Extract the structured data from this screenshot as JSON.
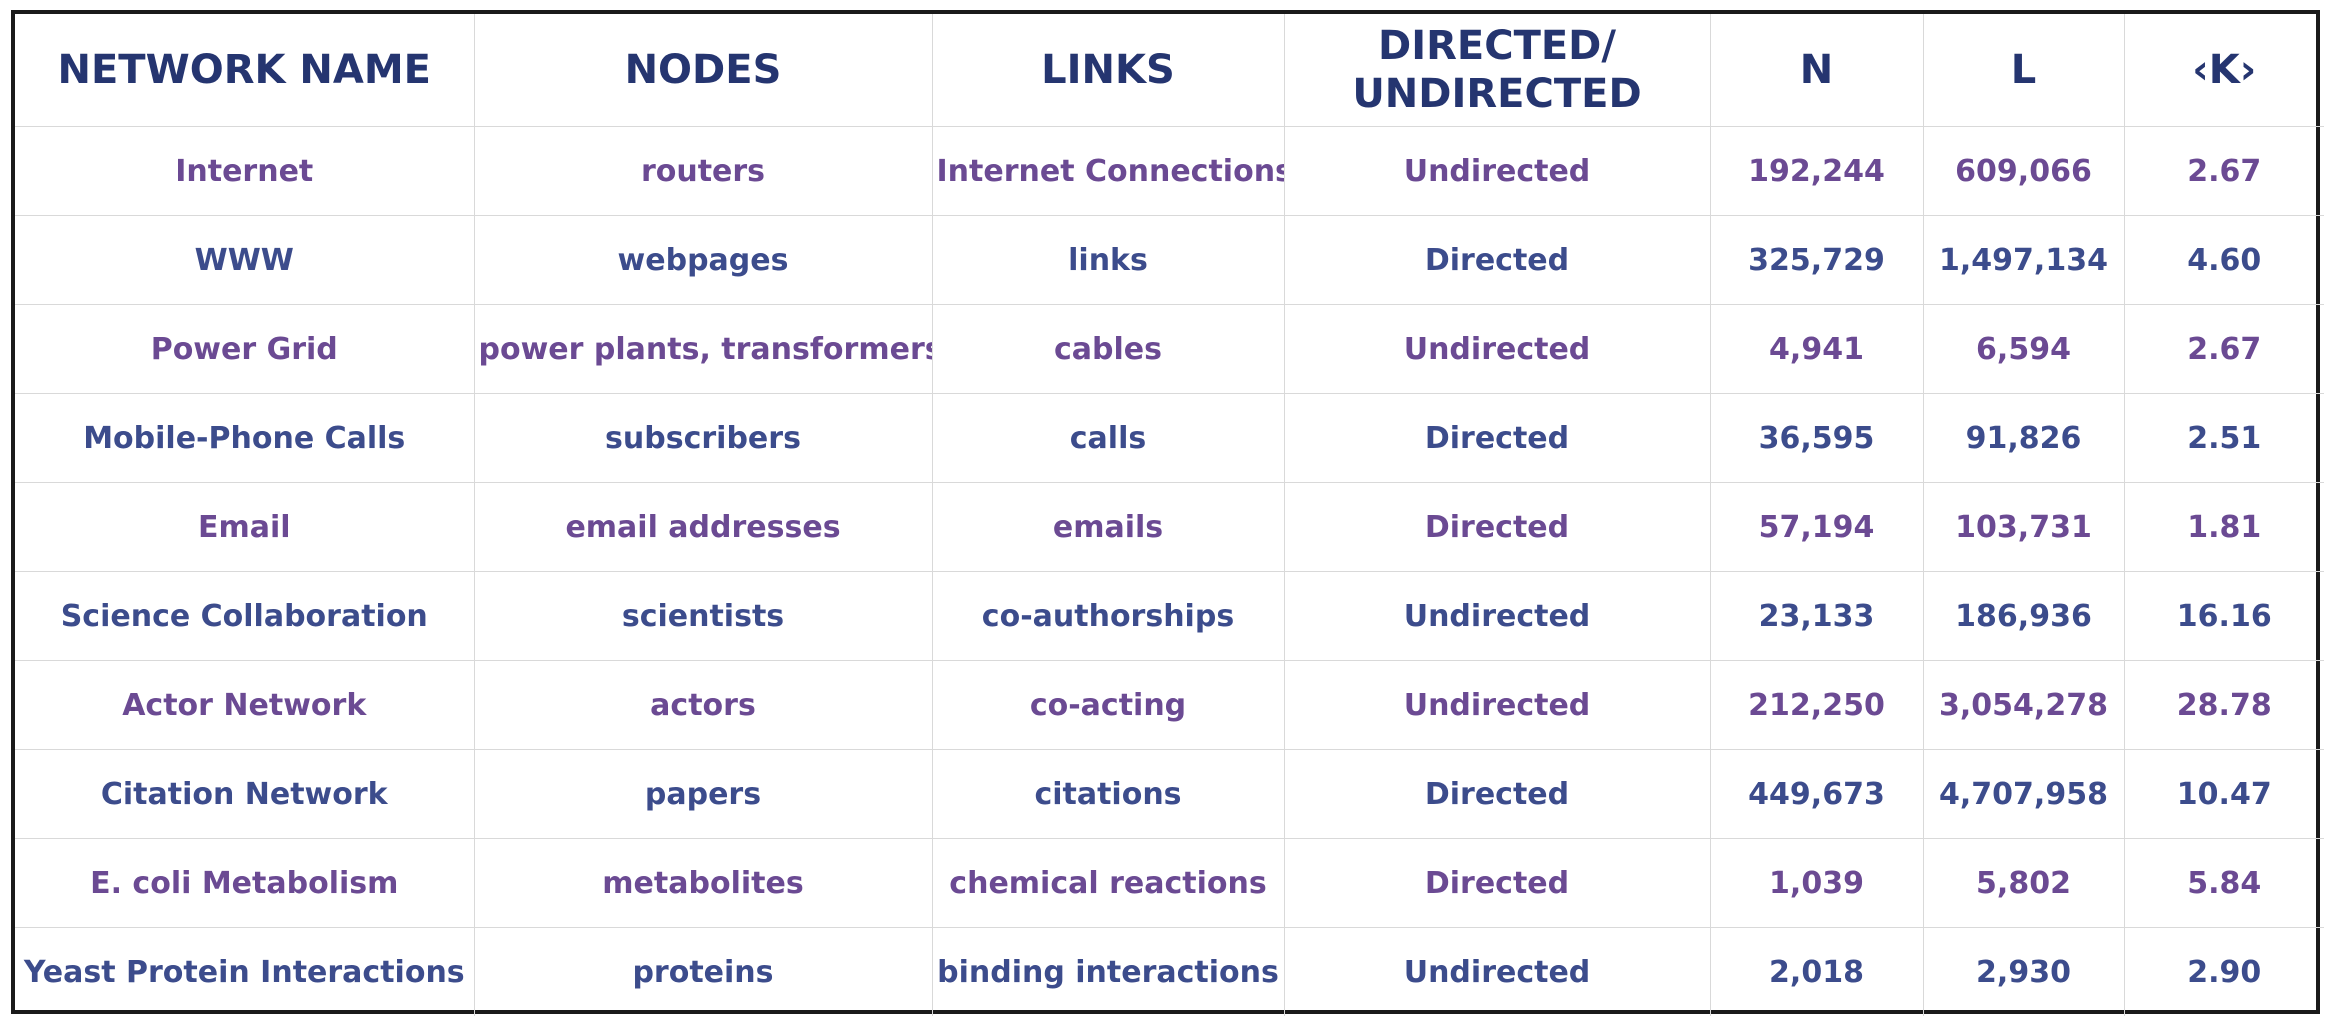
{
  "table": {
    "colors": {
      "header": "#253570",
      "row_purple": "#6b4a93",
      "row_blue": "#3c4c8c",
      "grid": "#d9d9d9",
      "frame": "#1a1a1a"
    },
    "headers": {
      "name": "NETWORK NAME",
      "nodes": "NODES",
      "links": "LINKS",
      "directed_line1": "DIRECTED/",
      "directed_line2": "UNDIRECTED",
      "n": "N",
      "l": "L",
      "k": "‹K›"
    },
    "rows": [
      {
        "name": "Internet",
        "nodes": "routers",
        "links": "Internet Connections",
        "directed": "Undirected",
        "n": "192,244",
        "l": "609,066",
        "k": "2.67"
      },
      {
        "name": "WWW",
        "nodes": "webpages",
        "links": "links",
        "directed": "Directed",
        "n": "325,729",
        "l": "1,497,134",
        "k": "4.60"
      },
      {
        "name": "Power Grid",
        "nodes": "power plants, transformers",
        "links": "cables",
        "directed": "Undirected",
        "n": "4,941",
        "l": "6,594",
        "k": "2.67"
      },
      {
        "name": "Mobile-Phone Calls",
        "nodes": "subscribers",
        "links": "calls",
        "directed": "Directed",
        "n": "36,595",
        "l": "91,826",
        "k": "2.51"
      },
      {
        "name": "Email",
        "nodes": "email addresses",
        "links": "emails",
        "directed": "Directed",
        "n": "57,194",
        "l": "103,731",
        "k": "1.81"
      },
      {
        "name": "Science Collaboration",
        "nodes": "scientists",
        "links": "co-authorships",
        "directed": "Undirected",
        "n": "23,133",
        "l": "186,936",
        "k": "16.16"
      },
      {
        "name": "Actor Network",
        "nodes": "actors",
        "links": "co-acting",
        "directed": "Undirected",
        "n": "212,250",
        "l": "3,054,278",
        "k": "28.78"
      },
      {
        "name": "Citation Network",
        "nodes": "papers",
        "links": "citations",
        "directed": "Directed",
        "n": "449,673",
        "l": "4,707,958",
        "k": "10.47"
      },
      {
        "name": "E. coli Metabolism",
        "nodes": "metabolites",
        "links": "chemical reactions",
        "directed": "Directed",
        "n": "1,039",
        "l": "5,802",
        "k": "5.84"
      },
      {
        "name": "Yeast Protein Interactions",
        "nodes": "proteins",
        "links": "binding interactions",
        "directed": "Undirected",
        "n": "2,018",
        "l": "2,930",
        "k": "2.90"
      }
    ]
  }
}
